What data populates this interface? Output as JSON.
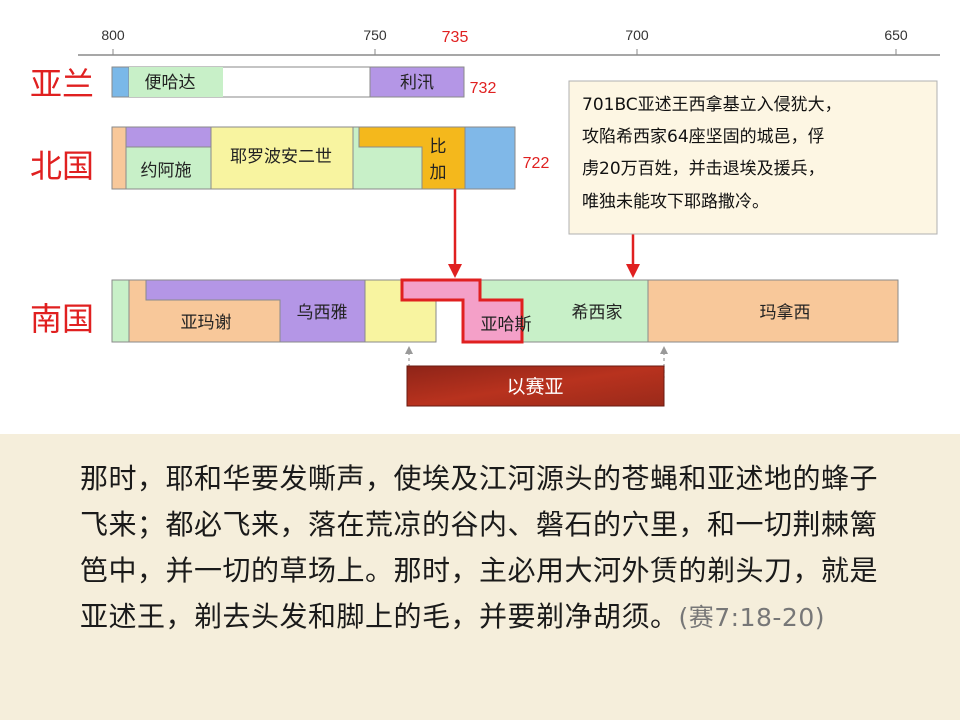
{
  "axis": {
    "ticks": [
      "800",
      "750",
      "700",
      "650"
    ],
    "highlight_tick": "735"
  },
  "kingdoms": {
    "aram": "亚兰",
    "israel": "北国",
    "judah": "南国"
  },
  "aram_kings": [
    "便哈达",
    "利汛"
  ],
  "aram_end": "732",
  "israel_kings": [
    "约阿施",
    "耶罗波安二世",
    "比",
    "加"
  ],
  "israel_end": "722",
  "judah_kings": [
    "亚玛谢",
    "乌西雅",
    "亚哈斯",
    "希西家",
    "玛拿西"
  ],
  "prophet": "以赛亚",
  "note_lines": [
    "701BC亚述王西拿基立入侵犹大，",
    "攻陷希西家64座坚固的城邑，俘",
    "虏20万百姓，并击退埃及援兵，",
    "唯独未能攻下耶路撒冷。"
  ],
  "passage": {
    "text": "那时，耶和华要发嘶声，使埃及江河源头的苍蝇和亚述地的蜂子飞来；都必飞来，落在荒凉的谷内、磐石的穴里，和一切荆棘篱笆中，并一切的草场上。那时，主必用大河外赁的剃头刀，就是亚述王，剃去头发和脚上的毛，并要剃净胡须。",
    "reference": "(赛7:18-20)"
  },
  "colors": {
    "kingdom_label": "#e02020",
    "highlight": "#e02020",
    "aram_blue": "#7ab8e8",
    "aram_green": "#c8f0c8",
    "purple": "#b496e6",
    "peach": "#f8c89a",
    "yellow": "#f8f4a0",
    "orange": "#f4b81c",
    "light_green": "#c8f0c8",
    "pink": "#f4a0c8",
    "blue": "#80b8e8",
    "isaiah": "#a8281c",
    "note_bg": "#fdf6e3",
    "passage_bg": "#f5eedb"
  }
}
